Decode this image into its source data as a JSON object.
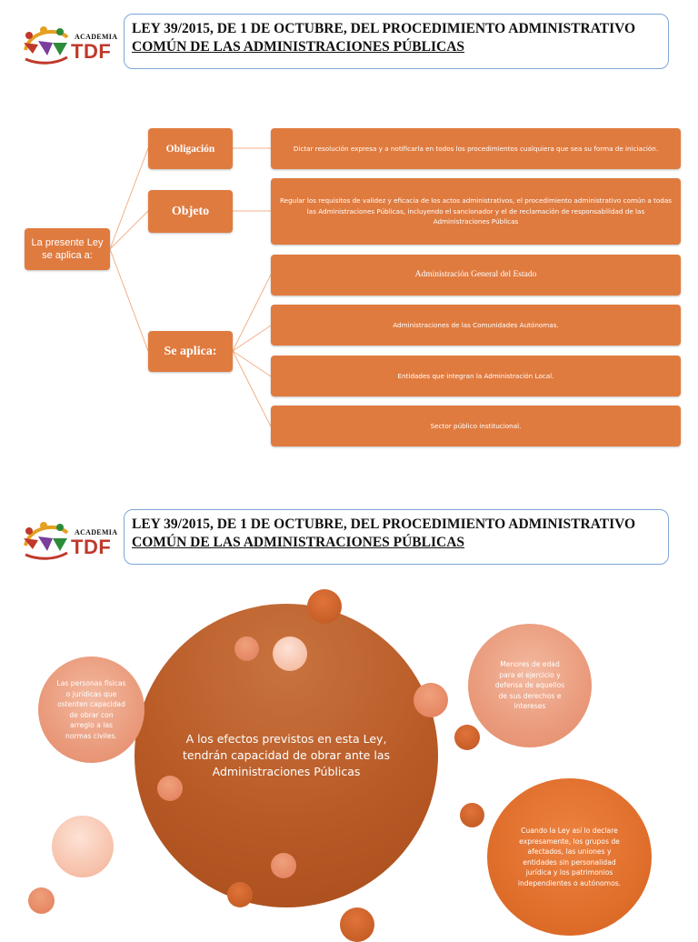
{
  "brand": {
    "top_word": "ACADEMIA",
    "name": "TDF"
  },
  "header": {
    "line1": "LEY 39/2015, DE 1 DE OCTUBRE, DEL PROCEDIMIENTO ADMINISTRATIVO",
    "line2": "COMÚN DE LAS ADMINISTRACIONES PÚBLICAS"
  },
  "tree": {
    "root": "La presente Ley se aplica a:",
    "branches": [
      {
        "label": "Obligación",
        "items": [
          "Dictar resolución expresa y a notificarla en todos los procedimientos cualquiera que sea su forma de iniciación."
        ]
      },
      {
        "label": "Objeto",
        "items": [
          "Regular los requisitos de validez y eficacia de los actos administrativos, el procedimiento administrativo común a todas las Administraciones Públicas, incluyendo el sancionador y el de reclamación de responsabilidad de las Administraciones Públicas"
        ]
      },
      {
        "label": "Se aplica:",
        "items": [
          "Administración General del Estado",
          "Administraciones de las Comunidades Autónomas.",
          "Entidades que integran la Administración Local.",
          "Sector público institucional."
        ]
      }
    ]
  },
  "circles": {
    "center": "A los efectos previstos en esta Ley, tendrán capacidad de obrar ante las Administraciones Públicas",
    "left": "Las personas físicas o jurídicas que ostenten capacidad de obrar con arreglo a las normas civiles.",
    "top_right": "Menores de edad para el ejercicio y defensa de aquellos de sus derechos e intereses",
    "bottom_right": "Cuando la Ley así lo declare expresamente, los grupos de afectados, las uniones y entidades sin personalidad jurídica y los patrimonios independientes o autónomos."
  },
  "colors": {
    "node_fill": "#e07b3f",
    "connector": "#f3b08a",
    "header_border": "#7ea6d8",
    "brand_red": "#c0392b"
  }
}
